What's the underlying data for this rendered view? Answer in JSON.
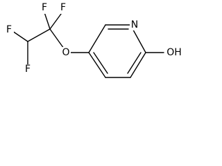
{
  "structure": {
    "atoms": {
      "f1": "F",
      "f2": "F",
      "f3": "F",
      "f4": "F",
      "o_ether": "O",
      "n_ring": "N",
      "oh": "OH"
    },
    "colors": {
      "bond": "#000000",
      "label": "#000000",
      "background": "#ffffff"
    }
  }
}
